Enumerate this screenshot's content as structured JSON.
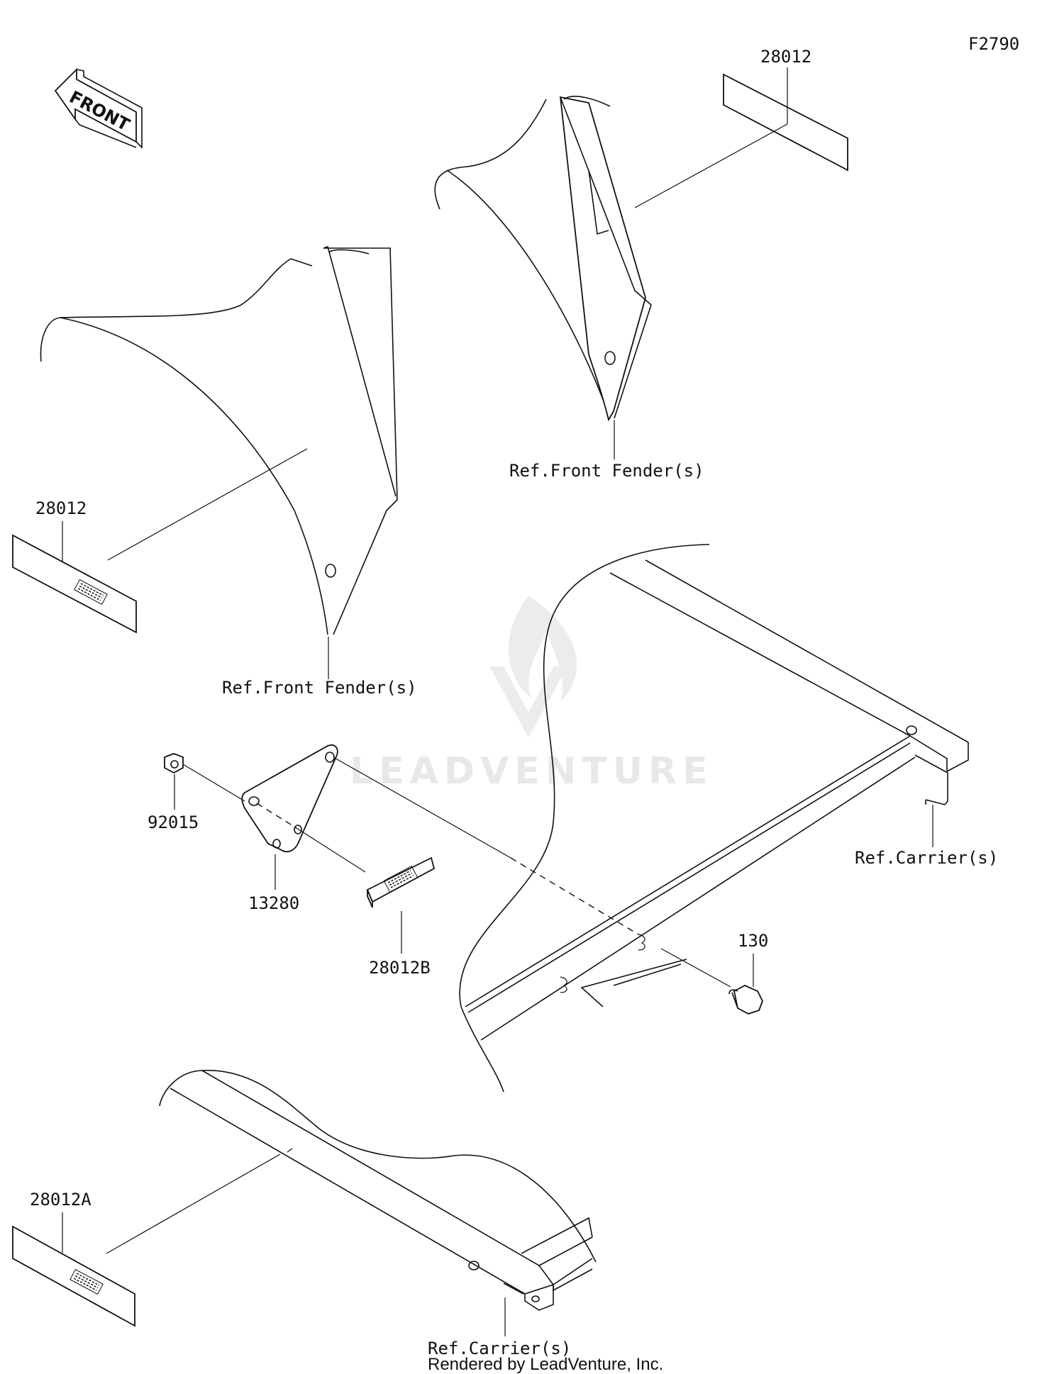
{
  "figure_code": "F2790",
  "front_label": "FRONT",
  "labels": {
    "decal_top_right": "28012",
    "decal_left": "28012",
    "decal_bottom": "28012A",
    "ref_front_fender_upper": "Ref.Front Fender(s)",
    "ref_front_fender_lower": "Ref.Front Fender(s)",
    "ref_carrier_right": "Ref.Carrier(s)",
    "ref_carrier_bottom": "Ref.Carrier(s)",
    "nut": "92015",
    "bracket": "13280",
    "reflector": "28012B",
    "bolt": "130"
  },
  "watermark": "LEADVENTURE",
  "footer": "Rendered by LeadVenture, Inc."
}
